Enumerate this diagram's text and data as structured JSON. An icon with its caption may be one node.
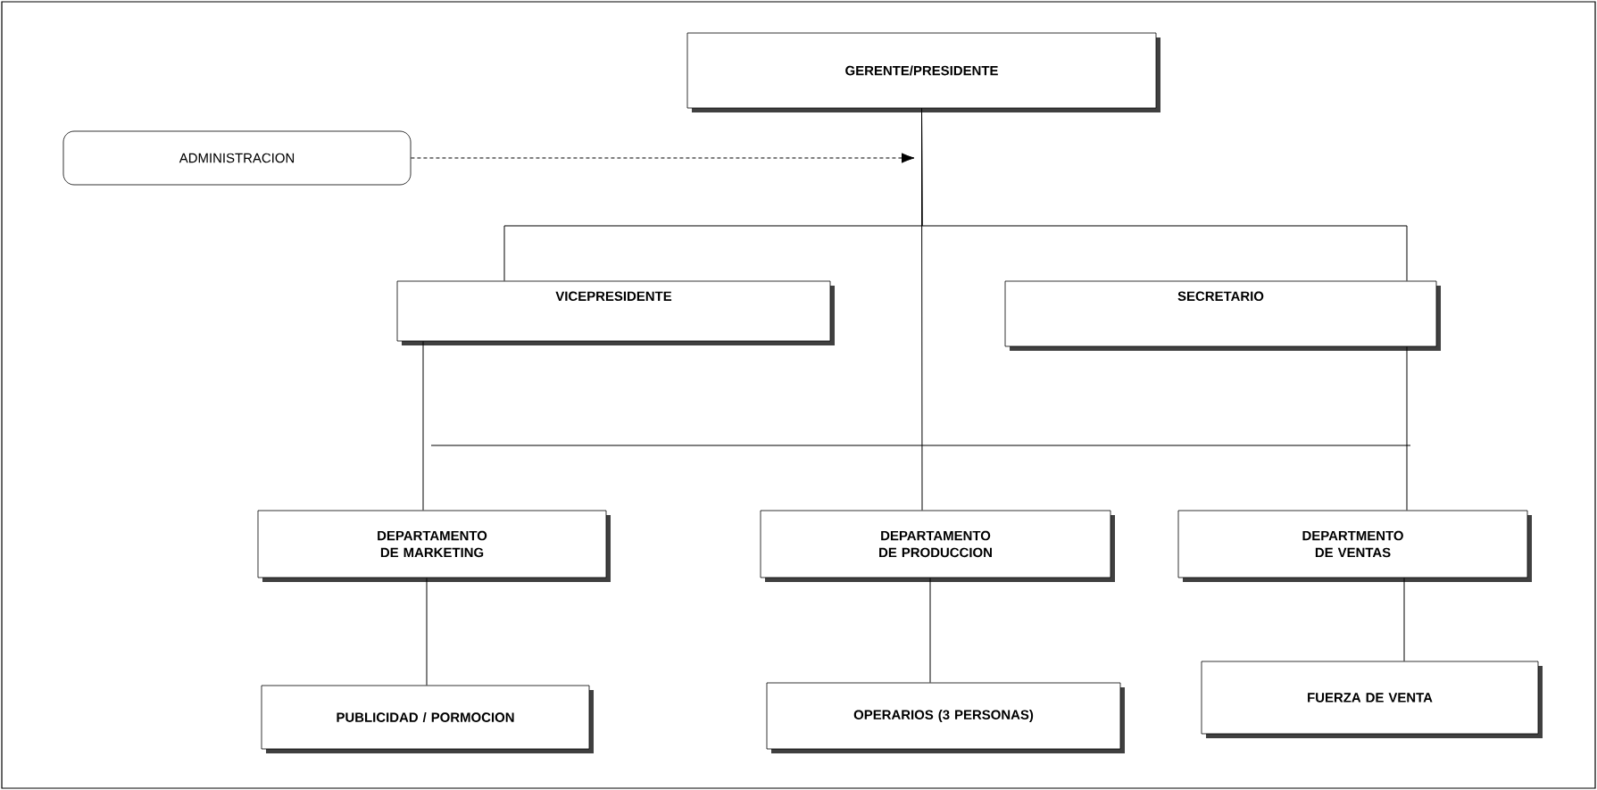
{
  "diagram": {
    "nodes": [
      {
        "text": [
          "GERENTE/PRESIDENTE"
        ]
      },
      {
        "text": [
          "ADMINISTRACION"
        ]
      },
      {
        "text": [
          "VICEPRESIDENTE"
        ]
      },
      {
        "text": [
          "SECRETARIO"
        ]
      },
      {
        "text": [
          "DEPARTAMENTO DE MARKETING"
        ]
      },
      {
        "text": [
          "DEPARTAMENTO DE PRODUCCION"
        ]
      },
      {
        "text": [
          "DEPARTMENTO DE VENTAS"
        ]
      },
      {
        "text": [
          "PUBLICIDAD / PORMOCION"
        ]
      },
      {
        "text": [
          "OPERARIOS (3 PERSONAS)"
        ]
      },
      {
        "text": [
          "FUERZA DE VENTA"
        ]
      }
    ],
    "edges": [
      {
        "from": 1,
        "to": null,
        "arrow": "to",
        "style": "dashed"
      },
      {
        "from": 0,
        "to": 2,
        "arrow": "none"
      },
      {
        "from": 0,
        "to": 3,
        "arrow": "none"
      },
      {
        "from": 0,
        "to": 5,
        "arrow": "none"
      },
      {
        "from": 2,
        "to": 4,
        "arrow": "none"
      },
      {
        "from": 3,
        "to": 6,
        "arrow": "none"
      },
      {
        "from": 4,
        "to": 7,
        "arrow": "none"
      },
      {
        "from": 5,
        "to": 8,
        "arrow": "none"
      },
      {
        "from": 6,
        "to": 9,
        "arrow": "none"
      }
    ]
  }
}
